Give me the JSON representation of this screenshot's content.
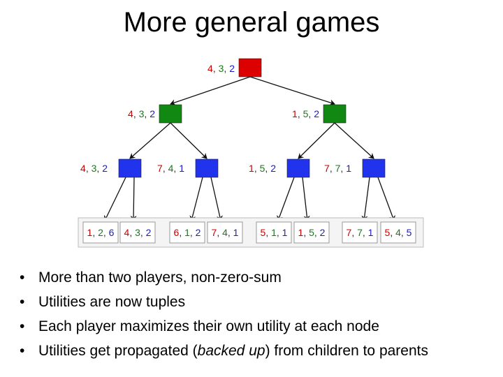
{
  "slide": {
    "title": "More general games"
  },
  "colors": {
    "p1": "#cc0000",
    "p2": "#1a7a1a",
    "p3": "#1a1acc",
    "max_node": "#dd0000",
    "mid_node": "#118811",
    "leaf_parent_node": "#2233ee"
  },
  "tree": {
    "root": {
      "values": [
        "4",
        "3",
        "2"
      ]
    },
    "level1": [
      {
        "values": [
          "4",
          "3",
          "2"
        ]
      },
      {
        "values": [
          "1",
          "5",
          "2"
        ]
      }
    ],
    "level2": [
      {
        "values": [
          "4",
          "3",
          "2"
        ]
      },
      {
        "values": [
          "7",
          "4",
          "1"
        ]
      },
      {
        "values": [
          "1",
          "5",
          "2"
        ]
      },
      {
        "values": [
          "7",
          "7",
          "1"
        ]
      }
    ],
    "leaves": [
      {
        "values": [
          "1",
          "2",
          "6"
        ]
      },
      {
        "values": [
          "4",
          "3",
          "2"
        ]
      },
      {
        "values": [
          "6",
          "1",
          "2"
        ]
      },
      {
        "values": [
          "7",
          "4",
          "1"
        ]
      },
      {
        "values": [
          "5",
          "1",
          "1"
        ]
      },
      {
        "values": [
          "1",
          "5",
          "2"
        ]
      },
      {
        "values": [
          "7",
          "7",
          "1"
        ]
      },
      {
        "values": [
          "5",
          "4",
          "5"
        ]
      }
    ]
  },
  "bullets": [
    {
      "marker": "•",
      "text": "More than two players, non-zero-sum"
    },
    {
      "marker": "•",
      "text": "Utilities are now tuples"
    },
    {
      "marker": "•",
      "text": "Each player maximizes their own utility at each node"
    },
    {
      "marker": "•",
      "pre": "Utilities get propagated (",
      "em": "backed up",
      "post": ") from children to parents"
    }
  ]
}
